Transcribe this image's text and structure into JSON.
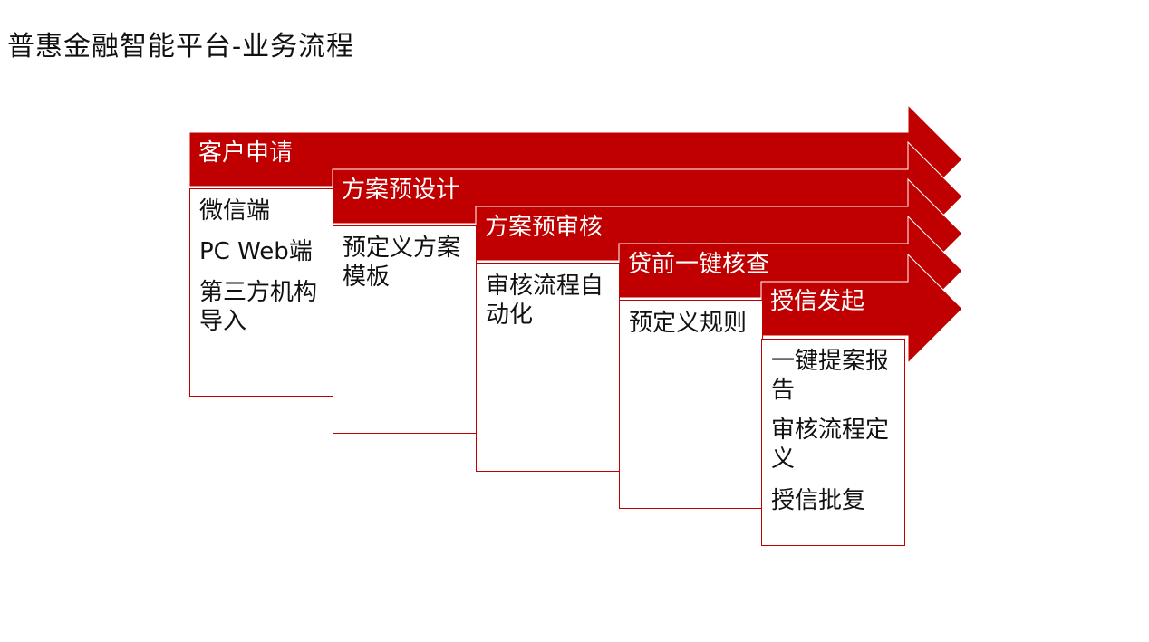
{
  "title": "普惠金融智能平台-业务流程",
  "colors": {
    "accent": "#c00000",
    "border": "#c00000",
    "text": "#111111"
  },
  "steps": [
    {
      "label": "客户申请",
      "items": [
        "微信端",
        "PC Web端",
        "第三方机构导入"
      ]
    },
    {
      "label": "方案预设计",
      "items": [
        "预定义方案模板"
      ]
    },
    {
      "label": "方案预审核",
      "items": [
        "审核流程自动化"
      ]
    },
    {
      "label": "贷前一键核查",
      "items": [
        "预定义规则"
      ]
    },
    {
      "label": "授信发起",
      "items": [
        "一键提案报告",
        "审核流程定义",
        "授信批复"
      ]
    }
  ]
}
